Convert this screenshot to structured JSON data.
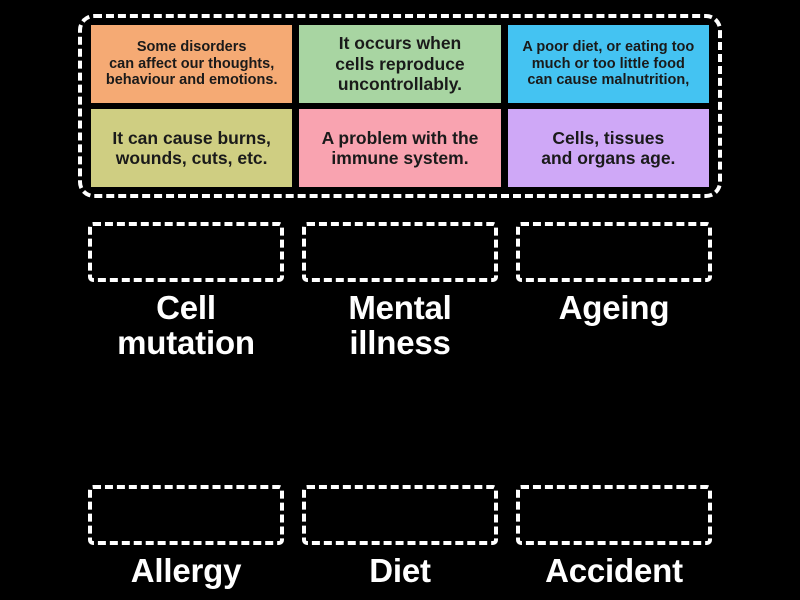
{
  "activity": {
    "type": "drag-and-drop matching",
    "background_color": "#000000"
  },
  "answer_bank": {
    "border_color": "#ffffff",
    "cards": [
      {
        "id": "card-mental-illness",
        "text": "Some disorders\ncan affect our thoughts,\nbehaviour and emotions.",
        "color": "#f5aa74",
        "text_color": "#1a1a1a",
        "size_class": "card-sz-14"
      },
      {
        "id": "card-cell-mutation",
        "text": "It occurs when\ncells reproduce\nuncontrollably.",
        "color": "#a8d5a2",
        "text_color": "#1a1a1a",
        "size_class": "card-sz-17"
      },
      {
        "id": "card-diet",
        "text": "A poor diet, or eating too\nmuch or too little food\ncan cause malnutrition,",
        "color": "#44c3f2",
        "text_color": "#1a1a1a",
        "size_class": "card-sz-14"
      },
      {
        "id": "card-accident",
        "text": "It can cause burns,\nwounds, cuts, etc.",
        "color": "#cfce82",
        "text_color": "#1a1a1a",
        "size_class": "card-sz-17"
      },
      {
        "id": "card-allergy",
        "text": "A problem with the\nimmune system.",
        "color": "#f9a3b0",
        "text_color": "#1a1a1a",
        "size_class": "card-sz-17"
      },
      {
        "id": "card-ageing",
        "text": "Cells, tissues\nand organs age.",
        "color": "#cfa8f7",
        "text_color": "#1a1a1a",
        "size_class": "card-sz-17"
      }
    ]
  },
  "dropzones": {
    "border_color": "#ffffff",
    "label_color": "#ffffff",
    "row1": [
      {
        "id": "zone-cell-mutation",
        "label": "Cell\nmutation",
        "content": ""
      },
      {
        "id": "zone-mental-illness",
        "label": "Mental\nillness",
        "content": ""
      },
      {
        "id": "zone-ageing",
        "label": "Ageing",
        "content": ""
      }
    ],
    "row2": [
      {
        "id": "zone-allergy",
        "label": "Allergy",
        "content": ""
      },
      {
        "id": "zone-diet",
        "label": "Diet",
        "content": ""
      },
      {
        "id": "zone-accident",
        "label": "Accident",
        "content": ""
      }
    ]
  }
}
